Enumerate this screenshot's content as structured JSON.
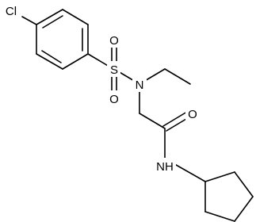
{
  "structure": {
    "atom_labels": {
      "chloro": "Cl",
      "sulfur": "S",
      "sulfonyl_oxygen_upper": "O",
      "sulfonyl_oxygen_lower": "O",
      "sulfonamide_nitrogen": "N",
      "carbonyl_oxygen": "O",
      "amide_nitrogen": "NH"
    },
    "colors": {
      "bonds": "#000000",
      "labels": "#000000",
      "background": "#ffffff"
    }
  }
}
